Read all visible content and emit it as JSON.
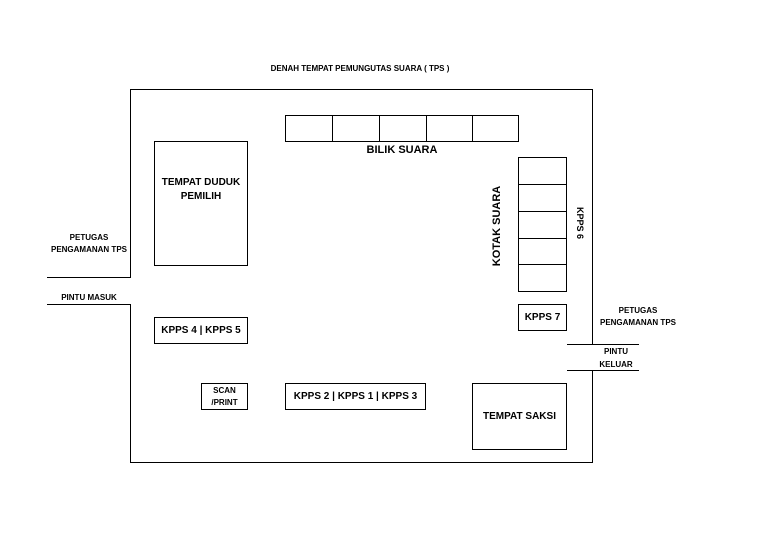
{
  "title": "DENAH TEMPAT PEMUNGUTAS SUARA ( TPS )",
  "bilik_suara": {
    "label": "BILIK SUARA",
    "booth_count": 5
  },
  "tempat_duduk": {
    "line1": "TEMPAT DUDUK",
    "line2": "PEMILIH"
  },
  "kotak_suara": {
    "label": "KOTAK SUARA",
    "box_count": 5
  },
  "kpps6": "KPPS 6",
  "kpps7": "KPPS 7",
  "kpps45": "KPPS 4 | KPPS 5",
  "kpps213": "KPPS 2 | KPPS 1 | KPPS 3",
  "scan_print": {
    "line1": "SCAN",
    "line2": "/PRINT"
  },
  "tempat_saksi": "TEMPAT SAKSI",
  "petugas_kiri": {
    "line1": "PETUGAS",
    "line2": "PENGAMANAN TPS"
  },
  "pintu_masuk": "PINTU MASUK",
  "petugas_kanan": {
    "line1": "PETUGAS",
    "line2": "PENGAMANAN TPS"
  },
  "pintu_keluar": {
    "line1": "PINTU",
    "line2": "KELUAR"
  }
}
